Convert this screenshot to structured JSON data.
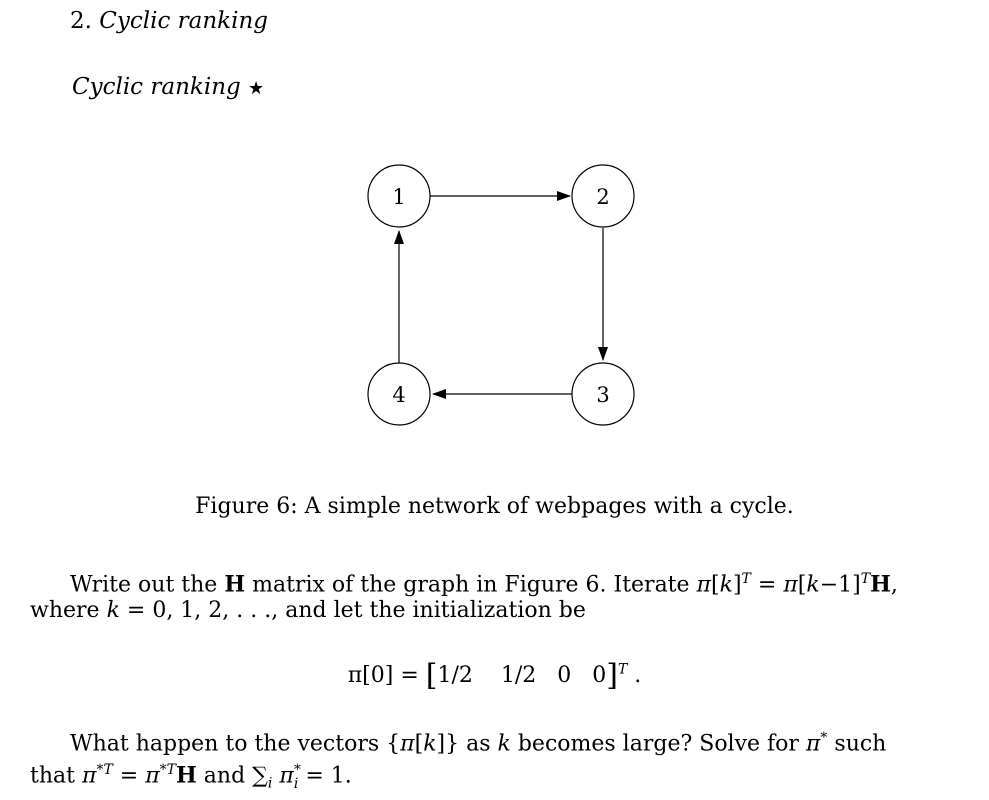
{
  "header": {
    "number": "2.",
    "title": "Cyclic ranking"
  },
  "problem": {
    "title": "Cyclic ranking",
    "star": "★"
  },
  "graph": {
    "nodes": [
      {
        "id": "1",
        "label": "1"
      },
      {
        "id": "2",
        "label": "2"
      },
      {
        "id": "3",
        "label": "3"
      },
      {
        "id": "4",
        "label": "4"
      }
    ],
    "edges": [
      [
        "1",
        "2"
      ],
      [
        "2",
        "3"
      ],
      [
        "3",
        "4"
      ],
      [
        "4",
        "1"
      ]
    ]
  },
  "caption": "Figure 6: A simple network of webpages with a cycle.",
  "paragraph1": {
    "write_out": "Write out the ",
    "H": "H",
    "matrix_text": " matrix of the graph in Figure 6. Iterate ",
    "pi": "π",
    "k": "k",
    "T": "T",
    "eq": " = ",
    "km1": "k",
    "minus1": "−1",
    "comma": ",",
    "where": "where ",
    "k_values": " = 0, 1, 2, . . ., and let the initialization be"
  },
  "init": {
    "lhs": "π[0] = ",
    "entries": [
      "1/2",
      "1/2",
      "0",
      "0"
    ],
    "T": "T",
    "end": " ."
  },
  "paragraph2": {
    "line1": "What happen to the vectors {",
    "line1_mid": "} as ",
    "line1_end": " becomes large? Solve for ",
    "such": " such",
    "that": "that ",
    "and": " and ",
    "sum": "∑",
    "i": "i",
    "star": "*",
    "eq_one": " = 1."
  }
}
